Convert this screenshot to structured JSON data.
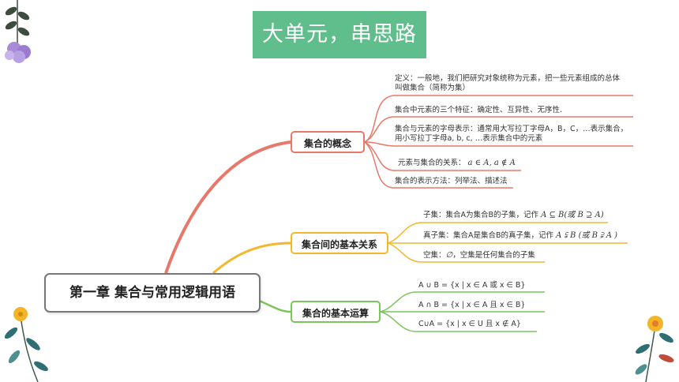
{
  "header": {
    "title": "大单元，串思路"
  },
  "root": {
    "label": "第一章 集合与常用逻辑用语"
  },
  "branches": {
    "concept": {
      "label": "集合的概念",
      "leaf1": {
        "line1": "定义：一般地，我们把研究对象统称为元素，把一些元素组成的总体",
        "line2": "叫做集合（简称为集）"
      },
      "leaf2": "集合中元素的三个特征：确定性、互异性、无序性.",
      "leaf3": {
        "line1": "集合与元素的字母表示：通常用大写拉丁字母A，B，C，…表示集合，",
        "line2": "用小写拉丁字母a, b, c, …表示集合中的元素"
      },
      "leaf4": {
        "text": "元素与集合的关系：",
        "math": "a ∈ A, a ∉ A"
      },
      "leaf5": "集合的表示方法：列举法、描述法"
    },
    "relation": {
      "label": "集合间的基本关系",
      "leaf1": {
        "text": "子集：集合A为集合B的子集，记作",
        "math": "A ⊆ B(或 B ⊇ A)"
      },
      "leaf2": {
        "text": "真子集：集合A是集合B的真子集，记作",
        "math": "A ⫋ B (或 B ⫌ A )"
      },
      "leaf3": {
        "text": "空集：",
        "math": "∅",
        "text2": "，空集是任何集合的子集"
      }
    },
    "operation": {
      "label": "集合的基本运算",
      "leaf1": "A ∪ B = {x | x ∈ A 或 x ∈ B}",
      "leaf2": "A ∩ B = {x | x ∈ A 且 x ∈ B}",
      "leaf3": "C∪A = {x | x ∈ U 且 x ∉ A}"
    }
  },
  "colors": {
    "header_bg": "#5fbe8c",
    "concept": "#e8786a",
    "relation": "#f4b72c",
    "operation": "#7cc45c",
    "root_border": "#777777"
  }
}
